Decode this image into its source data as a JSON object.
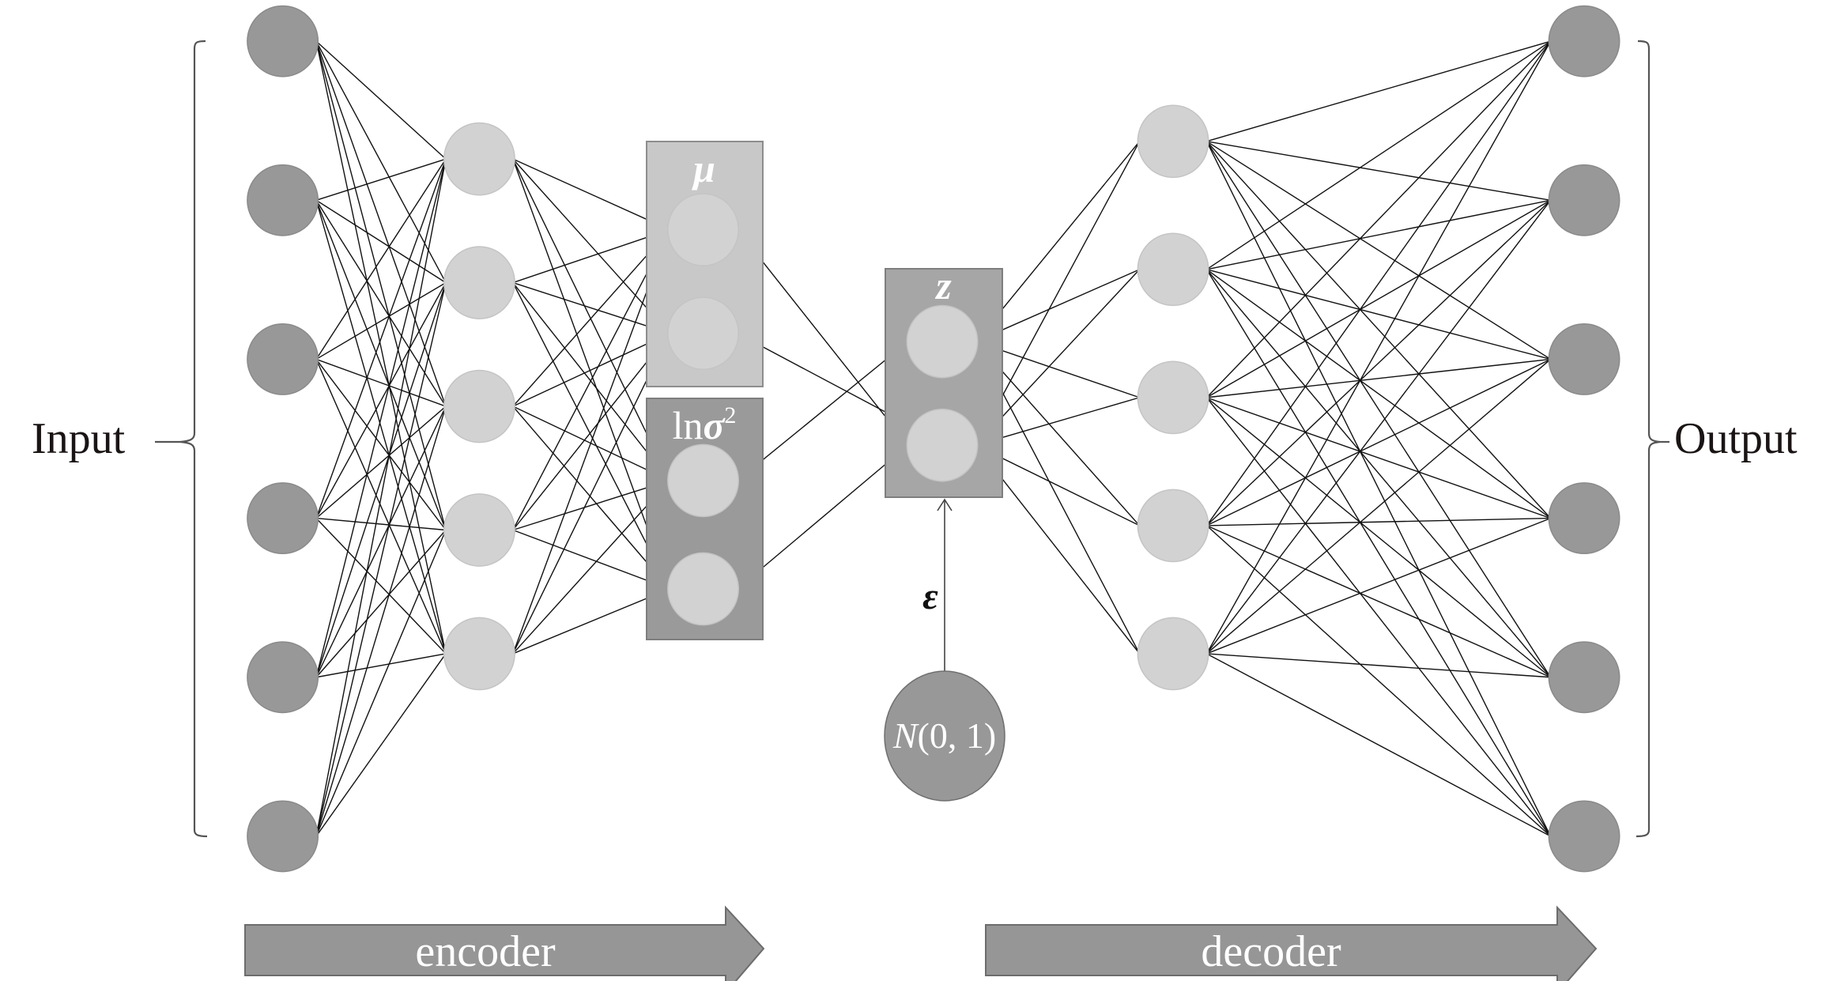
{
  "title": "Variational autoencoder architecture",
  "labels": {
    "input": "Input",
    "output": "Output",
    "mu": "μ",
    "ln_sigma_prefix": "ln",
    "ln_sigma_symbol": "σ",
    "ln_sigma_exp": "2",
    "z": "z",
    "epsilon": "ε",
    "noise_prefix": "N",
    "noise_args": "(0, 1)",
    "encoder": "encoder",
    "decoder": "decoder"
  },
  "network": {
    "input_nodes": 6,
    "encoder_hidden_nodes": 5,
    "mu_nodes": 2,
    "ln_sigma_nodes": 2,
    "z_nodes": 2,
    "decoder_hidden_nodes": 5,
    "output_nodes": 6,
    "connections": [
      {
        "from": "input",
        "to": "encoder_hidden",
        "type": "fully-connected"
      },
      {
        "from": "encoder_hidden",
        "to": "mu_and_ln_sigma",
        "type": "fully-connected"
      },
      {
        "from": "mu",
        "to": "z",
        "type": "one-to-one-crossed"
      },
      {
        "from": "ln_sigma",
        "to": "z",
        "type": "one-to-one-crossed"
      },
      {
        "from": "noise",
        "to": "z",
        "type": "epsilon-arrow"
      },
      {
        "from": "z",
        "to": "decoder_hidden",
        "type": "fully-connected"
      },
      {
        "from": "decoder_hidden",
        "to": "output",
        "type": "fully-connected"
      }
    ]
  },
  "colors": {
    "dark_node": "#989898",
    "light_node": "#d2d2d2",
    "mu_box": "#c8c8c8",
    "sigma_box": "#9a9a9a",
    "z_box": "#a6a6a6",
    "arrow": "#969696",
    "edge": "#111111"
  }
}
